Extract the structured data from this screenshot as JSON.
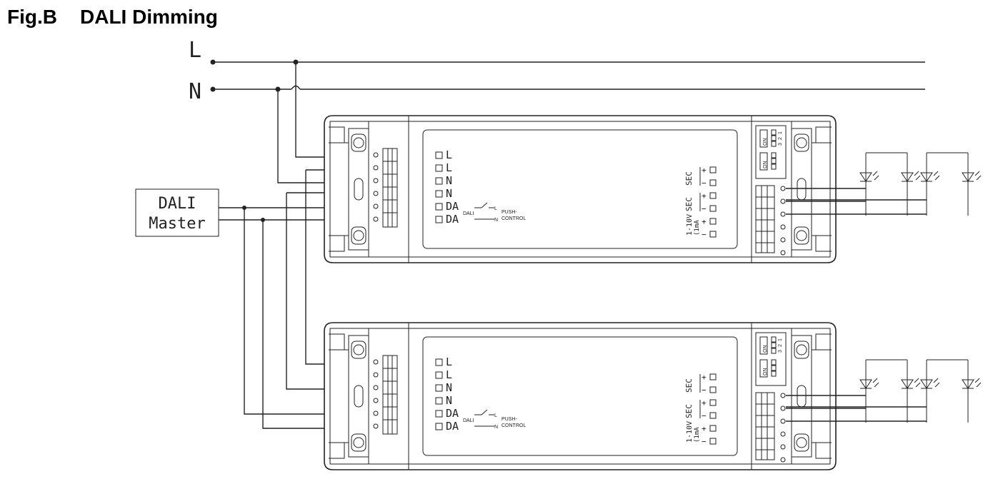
{
  "figure": {
    "label": "Fig.B",
    "title": "DALI Dimming"
  },
  "mains": {
    "line_label": "L",
    "neutral_label": "N"
  },
  "dali_master": {
    "line1": "DALI",
    "line2": "Master"
  },
  "driver": {
    "input_terminals": [
      "L",
      "L",
      "N",
      "N",
      "DA",
      "DA"
    ],
    "push_dali": "DALI",
    "push_l": "L",
    "push_n": "N",
    "push_control_1": "PUSH-",
    "push_control_2": "CONTROL",
    "sec_label": "SEC",
    "dim_label_1": "1-10V",
    "dim_label_2": "(1mA",
    "plus": "+",
    "minus": "−",
    "dip_on": "ON",
    "dip_digits": [
      "1",
      "2",
      "3"
    ]
  },
  "colors": {
    "line": "#222222",
    "background": "#ffffff"
  }
}
